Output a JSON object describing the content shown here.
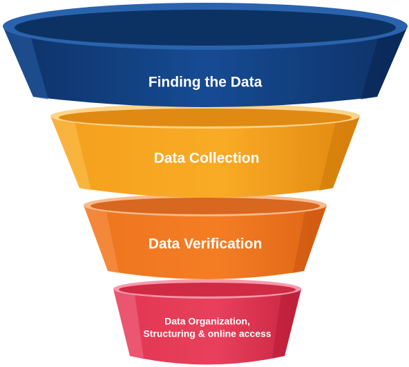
{
  "funnel": {
    "stages": [
      {
        "label": "Finding the Data"
      },
      {
        "label": "Data Collection"
      },
      {
        "label": "Data Verification"
      },
      {
        "label": "Data Organization,",
        "label_line2": "Structuring & online access"
      }
    ]
  },
  "colors": {
    "stage1_body": "#123f82",
    "stage1_inner": "#0c3263",
    "stage1_rim": "#2a63ad",
    "stage2_body": "#f8a620",
    "stage2_inner": "#e08a14",
    "stage2_rim": "#fcd48a",
    "stage3_body": "#f27a22",
    "stage3_inner": "#d8671f",
    "stage3_rim": "#f9b98a",
    "stage4_body": "#e63a57",
    "stage4_inner": "#c9253f",
    "stage4_rim": "#f59aaa"
  }
}
